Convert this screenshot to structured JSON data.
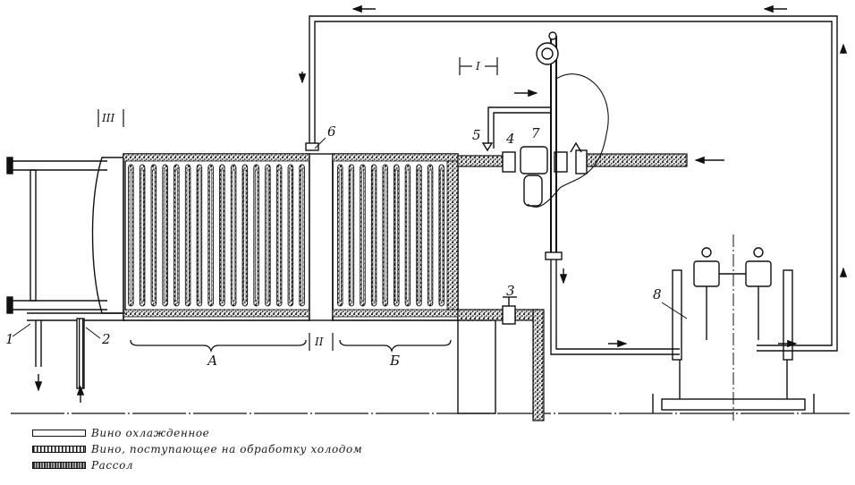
{
  "labels": {
    "n1": "1",
    "n2": "2",
    "n3": "3",
    "n4": "4",
    "n5": "5",
    "n6": "6",
    "n7": "7",
    "n8": "8",
    "section_A": "А",
    "section_B": "Б",
    "cut_I": "I",
    "cut_II": "II",
    "cut_III": "III"
  },
  "legend": [
    {
      "key": "cooled",
      "text": "Вино охлажденное"
    },
    {
      "key": "incoming",
      "text": "Вино, поступающее на обработку холодом"
    },
    {
      "key": "brine",
      "text": "Рассол"
    }
  ]
}
